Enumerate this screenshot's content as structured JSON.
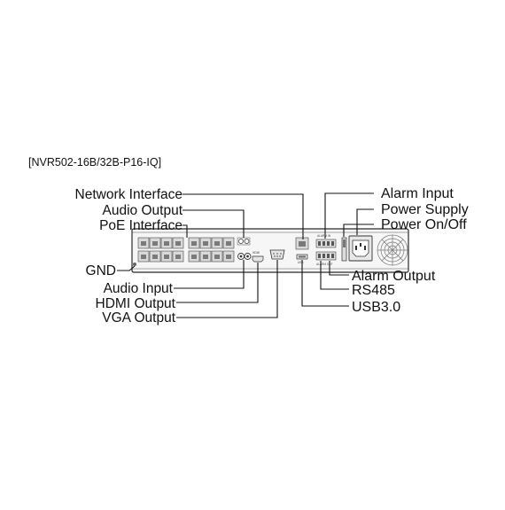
{
  "title": "[NVR502-16B/32B-P16-IQ]",
  "callouts_left": [
    "Network Interface",
    "Audio Output",
    "PoE Interface",
    "GND",
    "Audio Input",
    "HDMI Output",
    "VGA Output"
  ],
  "callouts_right": [
    "Alarm Input",
    "Power Supply",
    "Power On/Off",
    "Alarm Output",
    "RS485",
    "USB3.0"
  ],
  "panel_markings": {
    "alarm_in": "ALARM IN",
    "alarm_out": "ALARM OUT",
    "hdmi": "HDMI",
    "usb": "USB"
  },
  "colors": {
    "line": "#111111",
    "chassis": "#f6f6f6",
    "port": "#d9d9d9"
  }
}
